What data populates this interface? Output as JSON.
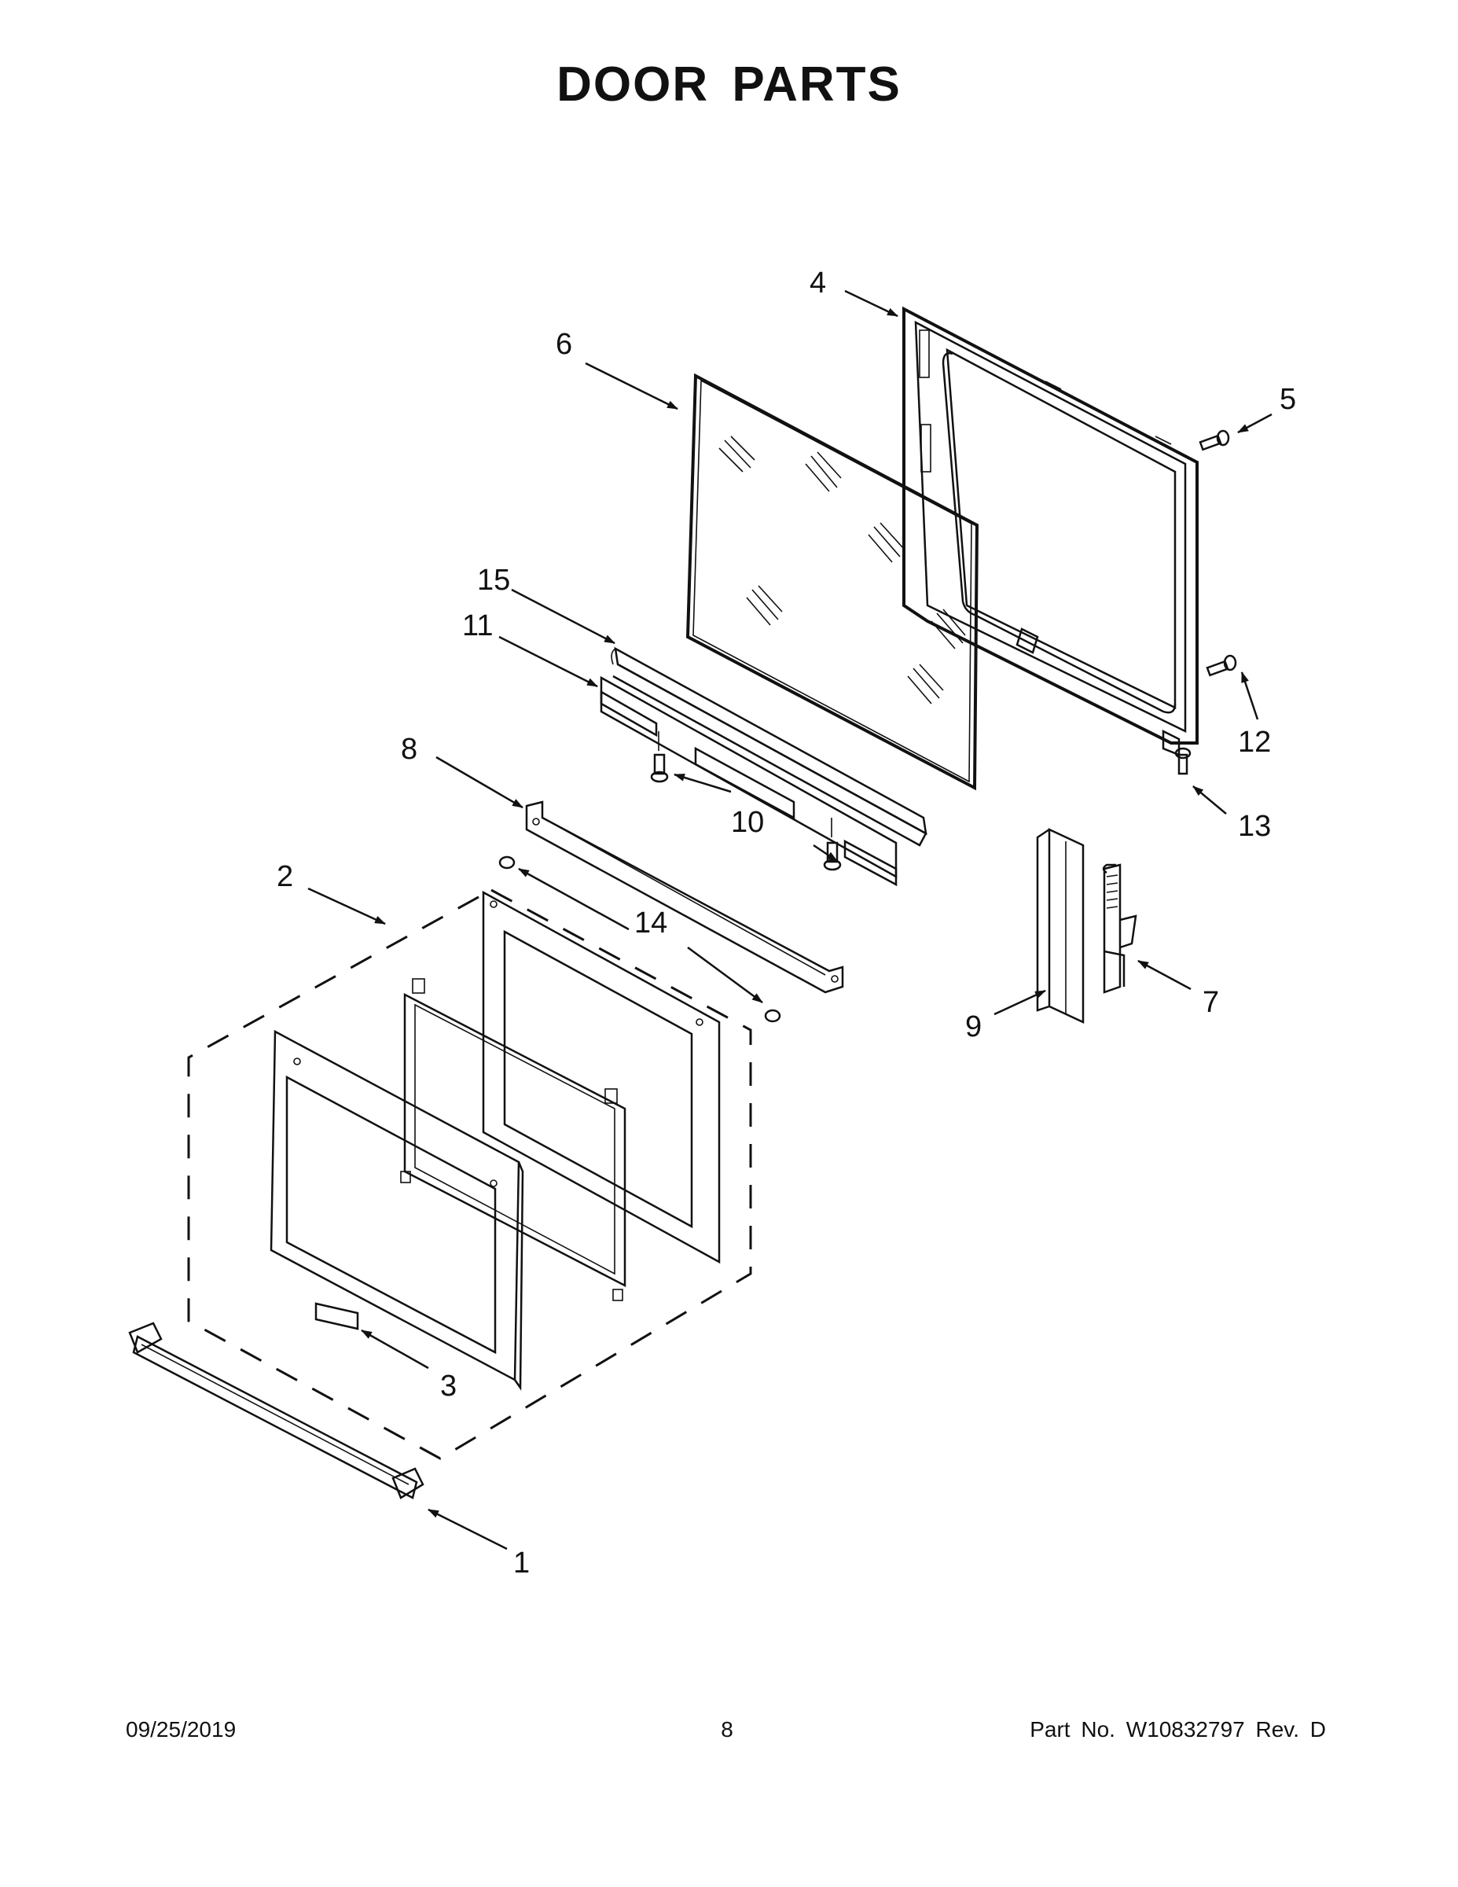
{
  "page": {
    "title": "DOOR PARTS",
    "footer": {
      "date": "09/25/2019",
      "page_number": "8",
      "part_number": "Part No.  W10832797  Rev.  D"
    }
  },
  "callouts": [
    "1",
    "2",
    "3",
    "4",
    "5",
    "6",
    "7",
    "8",
    "9",
    "10",
    "11",
    "12",
    "13",
    "14",
    "15"
  ]
}
